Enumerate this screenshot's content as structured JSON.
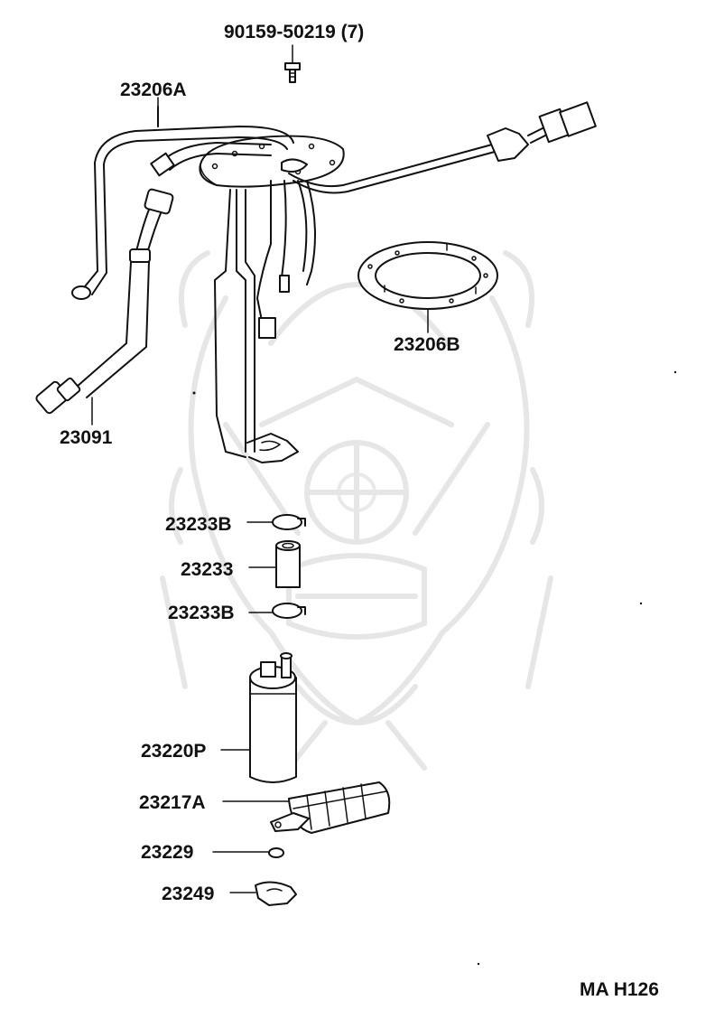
{
  "labels": {
    "bolt": "90159-50219 (7)",
    "tube_assy": "23206A",
    "gasket": "23206B",
    "hose": "23091",
    "clamp_top": "23233B",
    "hose_short": "23233",
    "clamp_bottom": "23233B",
    "pump": "23220P",
    "filter": "23217A",
    "cushion": "23229",
    "damper": "23249",
    "diagram_code": "MA H126"
  }
}
